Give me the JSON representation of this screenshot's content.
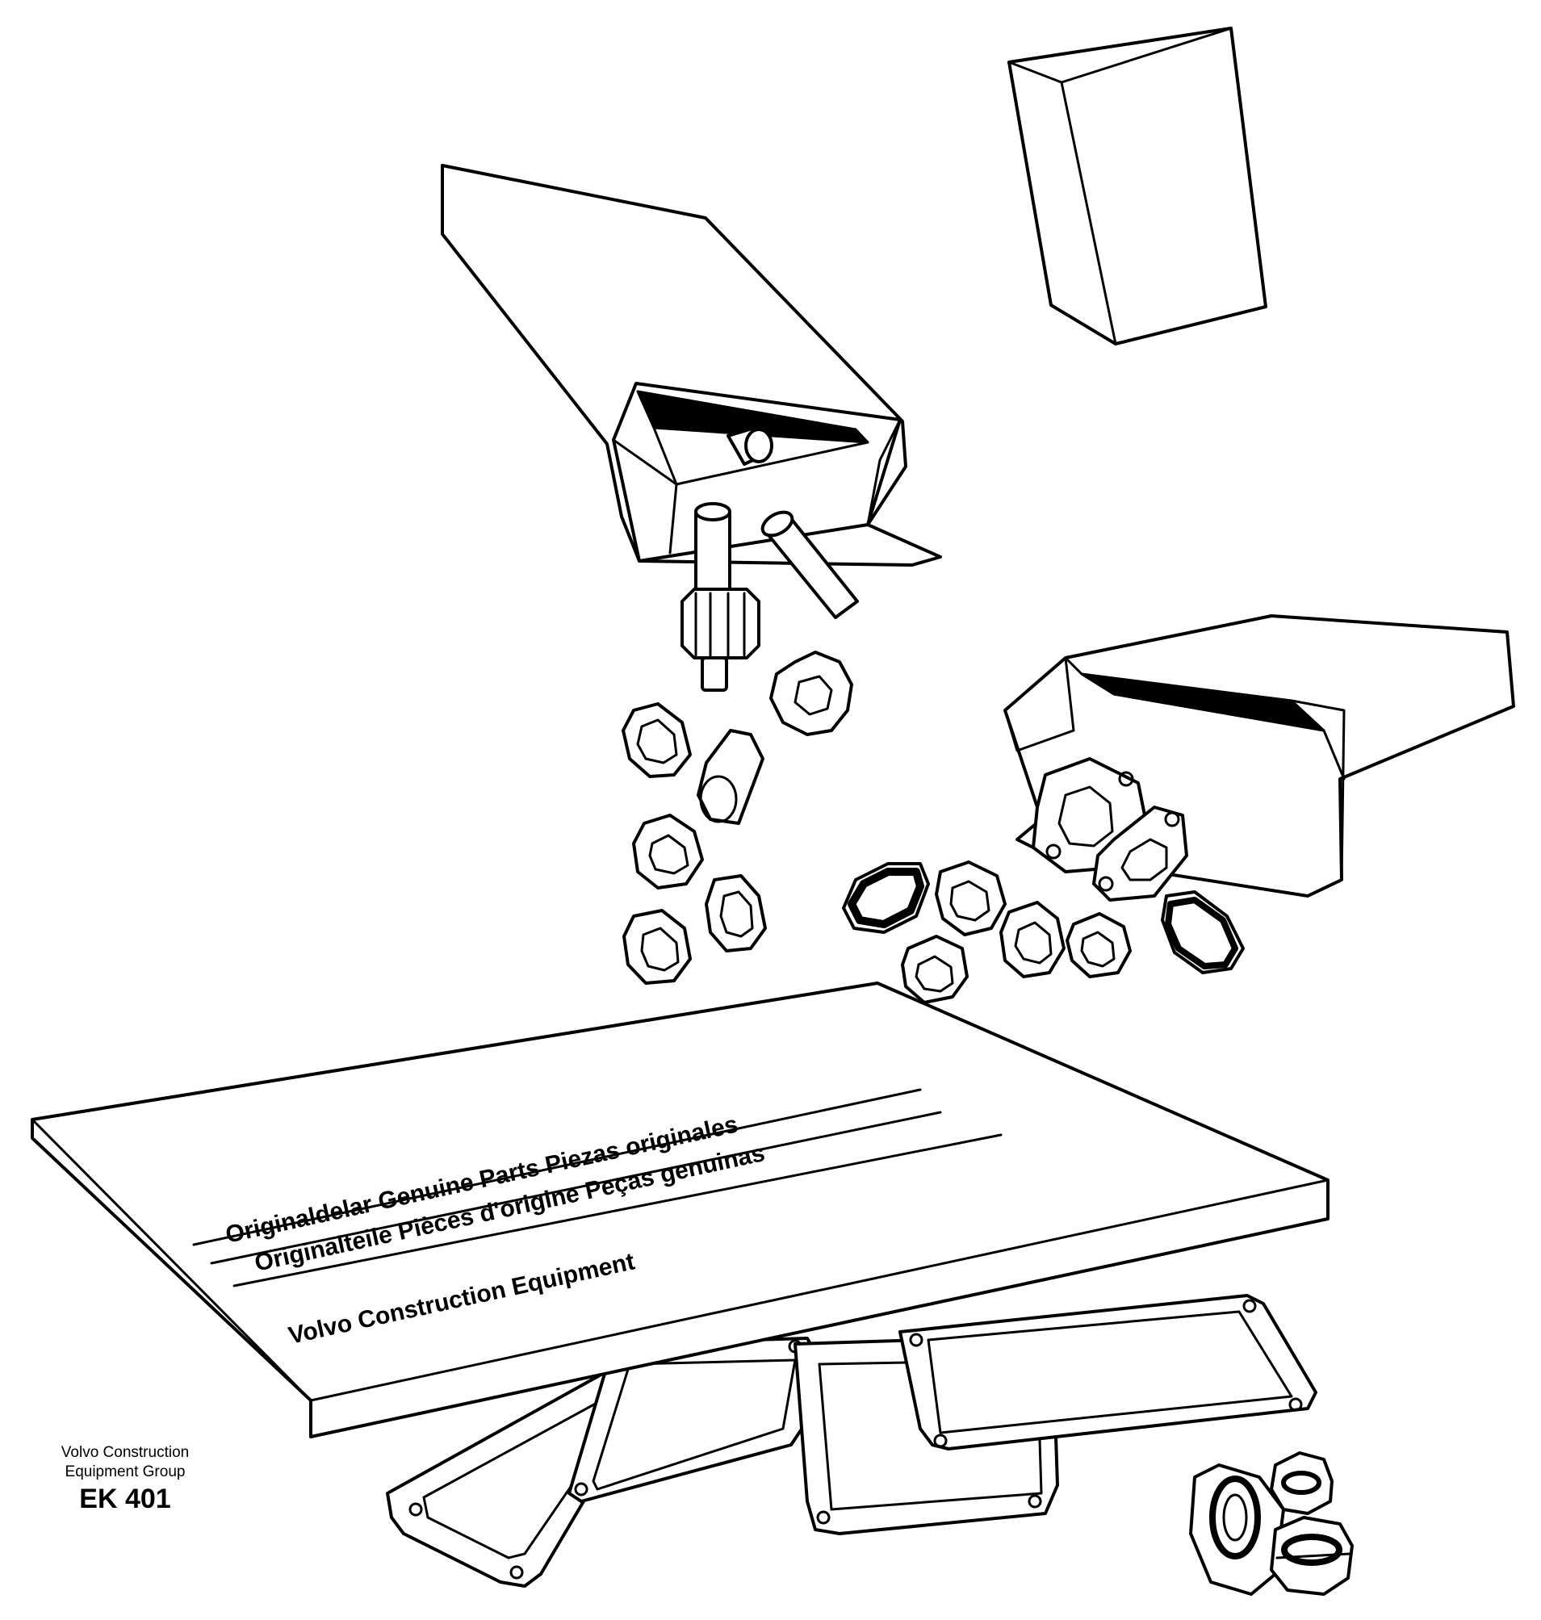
{
  "booklet": {
    "line1": "Originaldelar Genuine Parts Piezas originales",
    "line2": "Originalteile Pièces d'origine Peças genuinas",
    "line3": "Volvo Construction Equipment"
  },
  "caption": {
    "line1": "Volvo Construction",
    "line2": "Equipment Group",
    "code": "EK 401"
  }
}
